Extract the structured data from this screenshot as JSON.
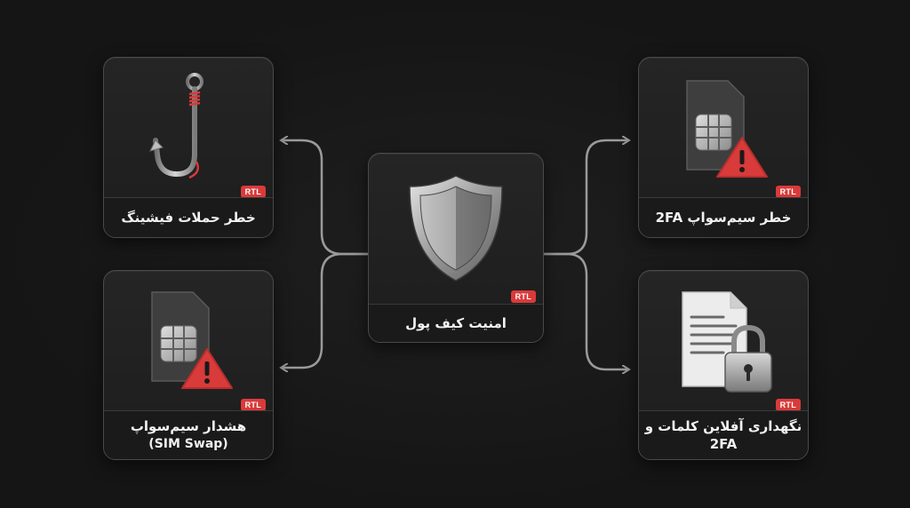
{
  "accent_color": "#d93a3a",
  "connector_color": "#9a9a9a",
  "center": {
    "label": "امنیت کیف پول",
    "badge": "RTL",
    "icon": "shield-icon"
  },
  "nodes": [
    {
      "id": "phishing",
      "label": "خطر حملات فیشینگ",
      "sublabel": "",
      "badge": "RTL",
      "icon": "fishing-hook-icon"
    },
    {
      "id": "simswap-warning",
      "label": "هشدار سیم‌سواپ",
      "sublabel": "(SIM Swap)",
      "badge": "RTL",
      "icon": "sim-card-warning-icon"
    },
    {
      "id": "simswap-2fa",
      "label": "خطر سیم‌سواپ 2FA",
      "sublabel": "",
      "badge": "RTL",
      "icon": "sim-card-warning-icon"
    },
    {
      "id": "offline-storage",
      "label": "نگهداری آفلاین کلمات و 2FA",
      "sublabel": "",
      "badge": "RTL",
      "icon": "document-lock-icon"
    }
  ]
}
